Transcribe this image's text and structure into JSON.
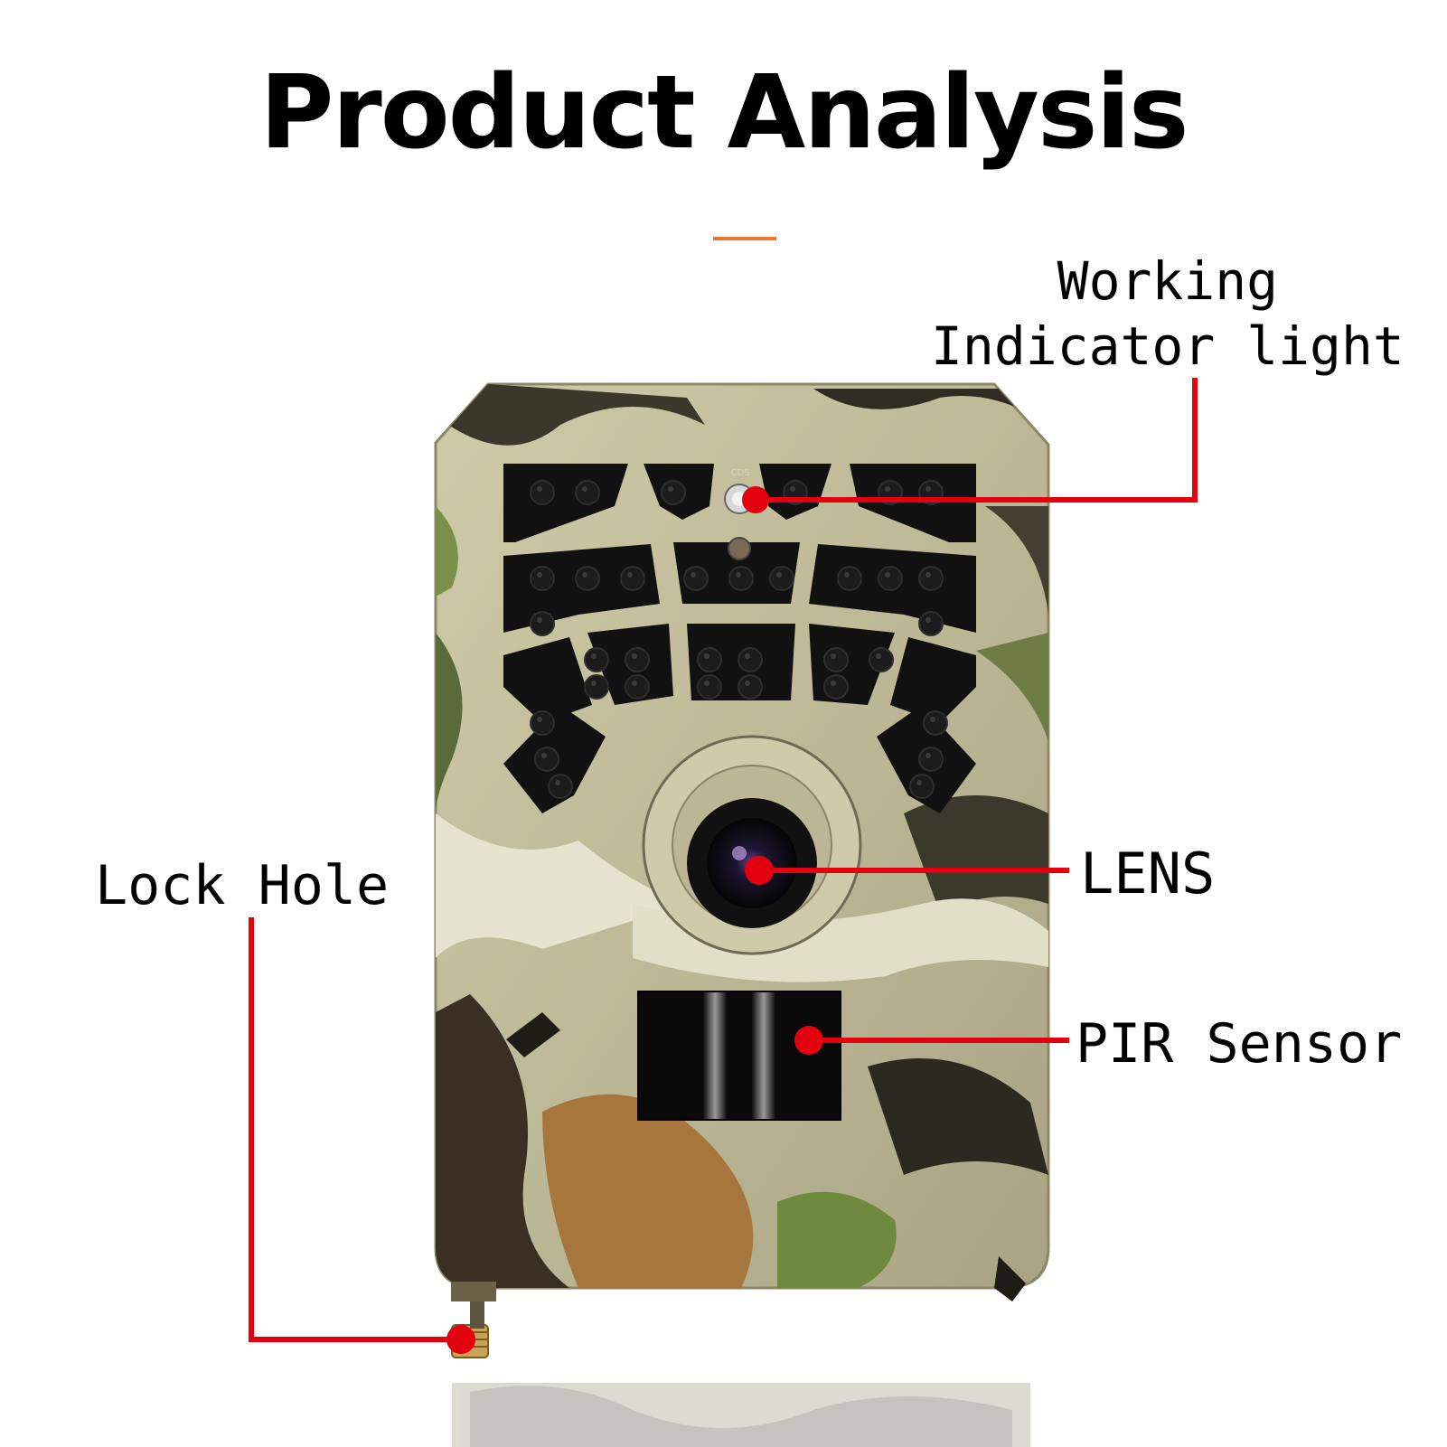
{
  "title": "Product Analysis",
  "callouts": {
    "working_line1": "Working",
    "working_line2": "Indicator light",
    "lens": "LENS",
    "pir": "PIR Sensor",
    "lock": "Lock Hole"
  },
  "device_marking": "CDS",
  "colors": {
    "accent_rule": "#E8782C",
    "leader_line": "#E3000F",
    "camo_base": "#C9C6A4",
    "camo_dark": "#2B2A22",
    "ir_panel": "#111111"
  }
}
